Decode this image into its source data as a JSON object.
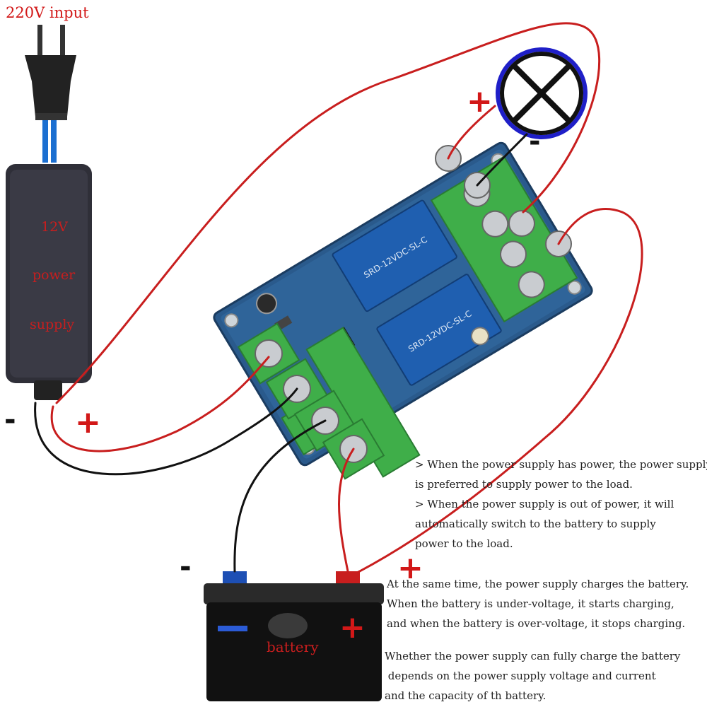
{
  "input_label": "220V input",
  "psu": {
    "line1": "12V",
    "line2": "power",
    "line3": "supply"
  },
  "battery_label": "battery",
  "relay_text": "SRD-12VDC-SL-C",
  "signs": {
    "plus": "+",
    "minus": "-"
  },
  "notes": {
    "block1": [
      "> When the power supply has power, the power supply",
      "is preferred to supply power to the load.",
      "> When the power supply is out of power, it will",
      "automatically switch to the battery to supply",
      "power to the load."
    ],
    "block2": [
      "At the same time, the power supply charges the battery.",
      "When the battery is under-voltage, it starts charging,",
      "and when the battery is over-voltage, it stops charging."
    ],
    "block3": [
      "Whether the power supply can fully charge the battery",
      " depends on the power supply voltage and current",
      "and the capacity of th battery."
    ]
  },
  "colors": {
    "wire_red": "#c81e1e",
    "wire_black": "#111111",
    "pcb": "#2a5a8c",
    "relay": "#1f5fb0",
    "terminal": "#3fae49",
    "text_red": "#d21818"
  }
}
